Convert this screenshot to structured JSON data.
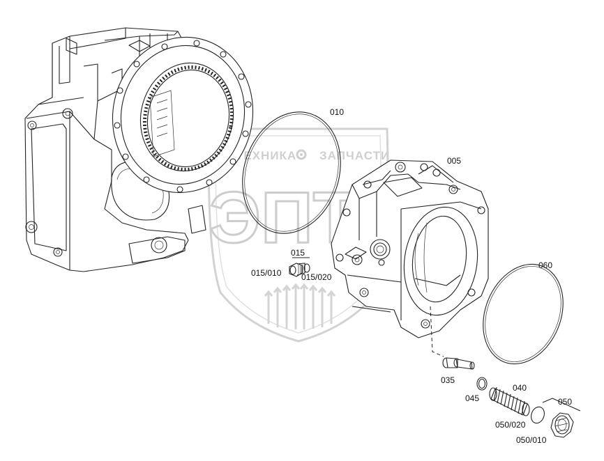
{
  "watermark": {
    "top_text_left": "ТЕХНИКА",
    "top_text_right": "ЗАПЧАСТИ",
    "big_text": "ЭПТ",
    "color": "#cfcfcf"
  },
  "labels": {
    "p010": "010",
    "p005": "005",
    "p015": "015",
    "p015_010": "015/010",
    "p015_020": "015/020",
    "p060": "060",
    "p035": "035",
    "p045": "045",
    "p040": "040",
    "p050": "050",
    "p050_020": "050/020",
    "p050_010": "050/010"
  },
  "colors": {
    "line": "#222222",
    "background": "#ffffff"
  }
}
